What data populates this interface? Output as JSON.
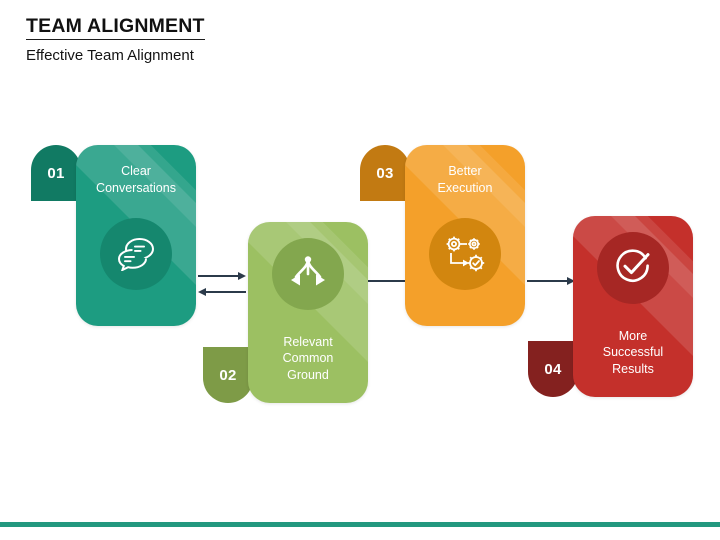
{
  "header": {
    "title": "TEAM ALIGNMENT",
    "subtitle": "Effective Team Alignment"
  },
  "theme": {
    "footer_bar_color": "#22987F",
    "arrow_color": "#2B3A4A",
    "background": "#FFFFFF"
  },
  "steps": [
    {
      "number": "01",
      "label": "Clear\nConversations",
      "card_color": "#1D9C81",
      "tab_color": "#117A63",
      "icon_circle_color": "#15876E",
      "icon": "chat-bubbles-icon",
      "tab_position": "top"
    },
    {
      "number": "02",
      "label": "Relevant\nCommon\nGround",
      "card_color": "#9CC062",
      "tab_color": "#7E9B47",
      "icon_circle_color": "#83A74E",
      "icon": "diverging-arrows-icon",
      "tab_position": "bottom"
    },
    {
      "number": "03",
      "label": "Better\nExecution",
      "card_color": "#F4A02A",
      "tab_color": "#C27A12",
      "icon_circle_color": "#D2860F",
      "icon": "gears-process-icon",
      "tab_position": "top"
    },
    {
      "number": "04",
      "label": "More\nSuccessful\nResults",
      "card_color": "#C4302B",
      "tab_color": "#84211F",
      "icon_circle_color": "#A62724",
      "icon": "check-circle-icon",
      "tab_position": "bottom"
    }
  ],
  "connectors": [
    {
      "name": "connector-1-2",
      "directions": [
        "right",
        "left"
      ]
    },
    {
      "name": "connector-2-3",
      "directions": [
        "right"
      ]
    },
    {
      "name": "connector-3-4",
      "directions": [
        "right"
      ]
    }
  ]
}
